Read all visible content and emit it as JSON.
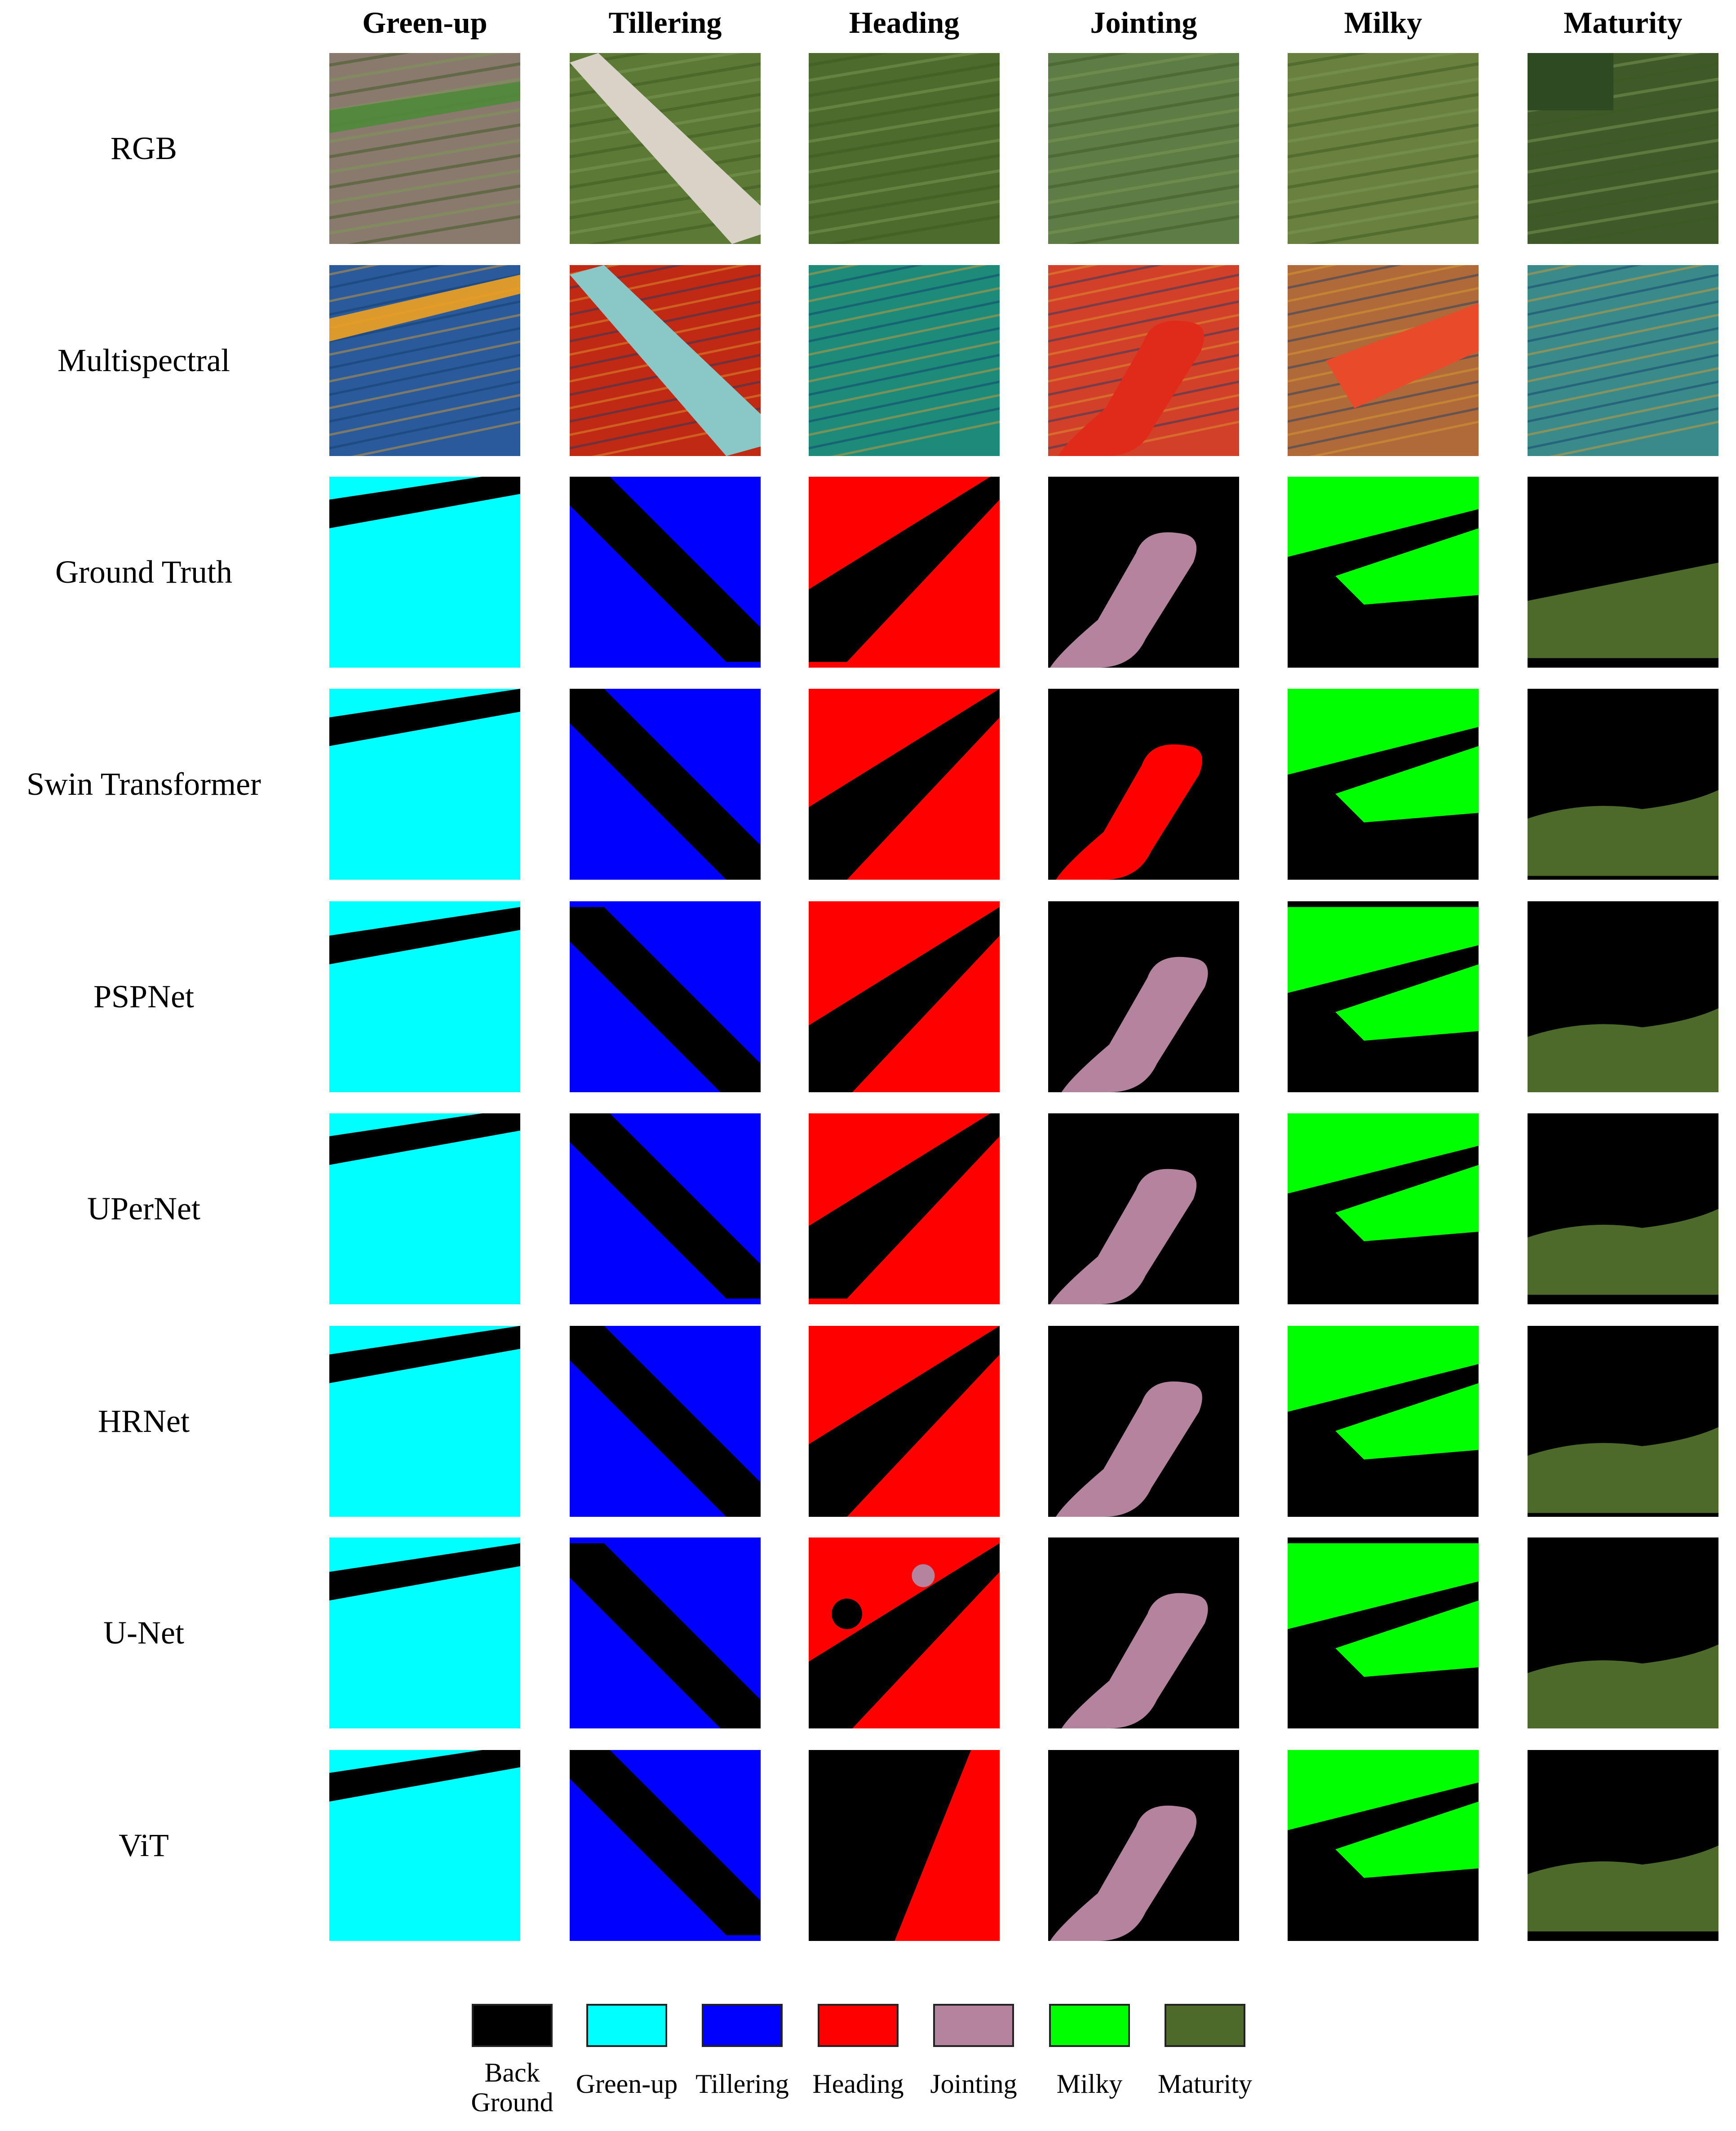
{
  "columns": [
    "Green-up",
    "Tillering",
    "Heading",
    "Jointing",
    "Milky",
    "Maturity"
  ],
  "rows": [
    "RGB",
    "Multispectral",
    "Ground Truth",
    "Swin Transformer",
    "PSPNet",
    "UPerNet",
    "HRNet",
    "U-Net",
    "ViT"
  ],
  "legend": [
    {
      "label": "Back\nGround",
      "color": "#000000"
    },
    {
      "label": "Green-up",
      "color": "#00ffff"
    },
    {
      "label": "Tillering",
      "color": "#0000ff"
    },
    {
      "label": "Heading",
      "color": "#ff0000"
    },
    {
      "label": "Jointing",
      "color": "#b4849e"
    },
    {
      "label": "Milky",
      "color": "#00ff00"
    },
    {
      "label": "Maturity",
      "color": "#4e6a2a"
    }
  ]
}
